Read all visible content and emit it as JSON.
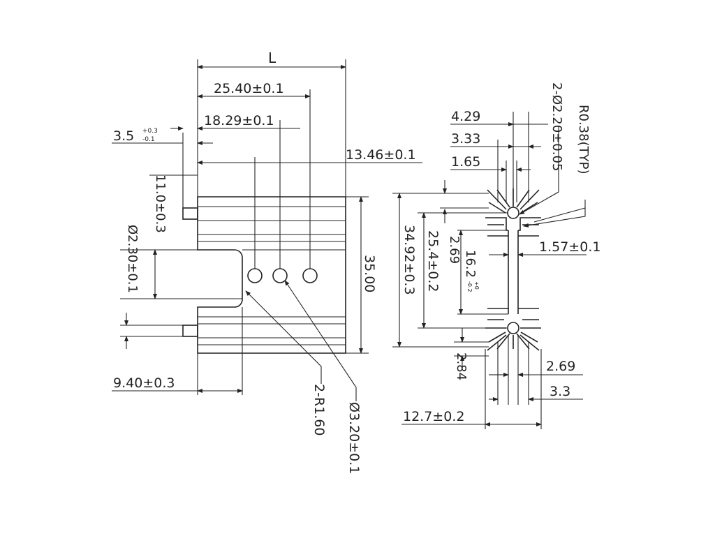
{
  "drawing": {
    "side_view": {
      "overall_length": "L",
      "hole_pitch_1": "25.40±0.1",
      "hole_pitch_2": "18.29±0.1",
      "tab_offset": "3.5",
      "tab_offset_tol_plus": "+0.3",
      "tab_offset_tol_minus": "-0.1",
      "hole_pitch_3": "13.46±0.1",
      "tab_height": "11.0±0.3",
      "notch_dia": "Ø2.30±0.1",
      "height": "35.00",
      "tab_length": "9.40±0.3",
      "notch_radius": "2-R1.60",
      "hole_dia": "Ø3.20±0.1"
    },
    "end_view": {
      "dim_4_29": "4.29",
      "dim_3_33": "3.33",
      "dim_1_65": "1.65",
      "slot_dia": "2-Ø2.20±0.05",
      "fin_radius": "R0.38(TYP)",
      "web_thickness": "1.57±0.1",
      "overall_height": "34.92±0.3",
      "slot_pitch": "25.4±0.2",
      "fin_gap": "2.69",
      "web_len": "16.2",
      "web_len_tol_plus": "+0",
      "web_len_tol_minus": "-0.2",
      "dim_2_84": "2.84",
      "dim_2_69": "2.69",
      "dim_3_3": "3.3",
      "base_width": "12.7±0.2"
    }
  }
}
